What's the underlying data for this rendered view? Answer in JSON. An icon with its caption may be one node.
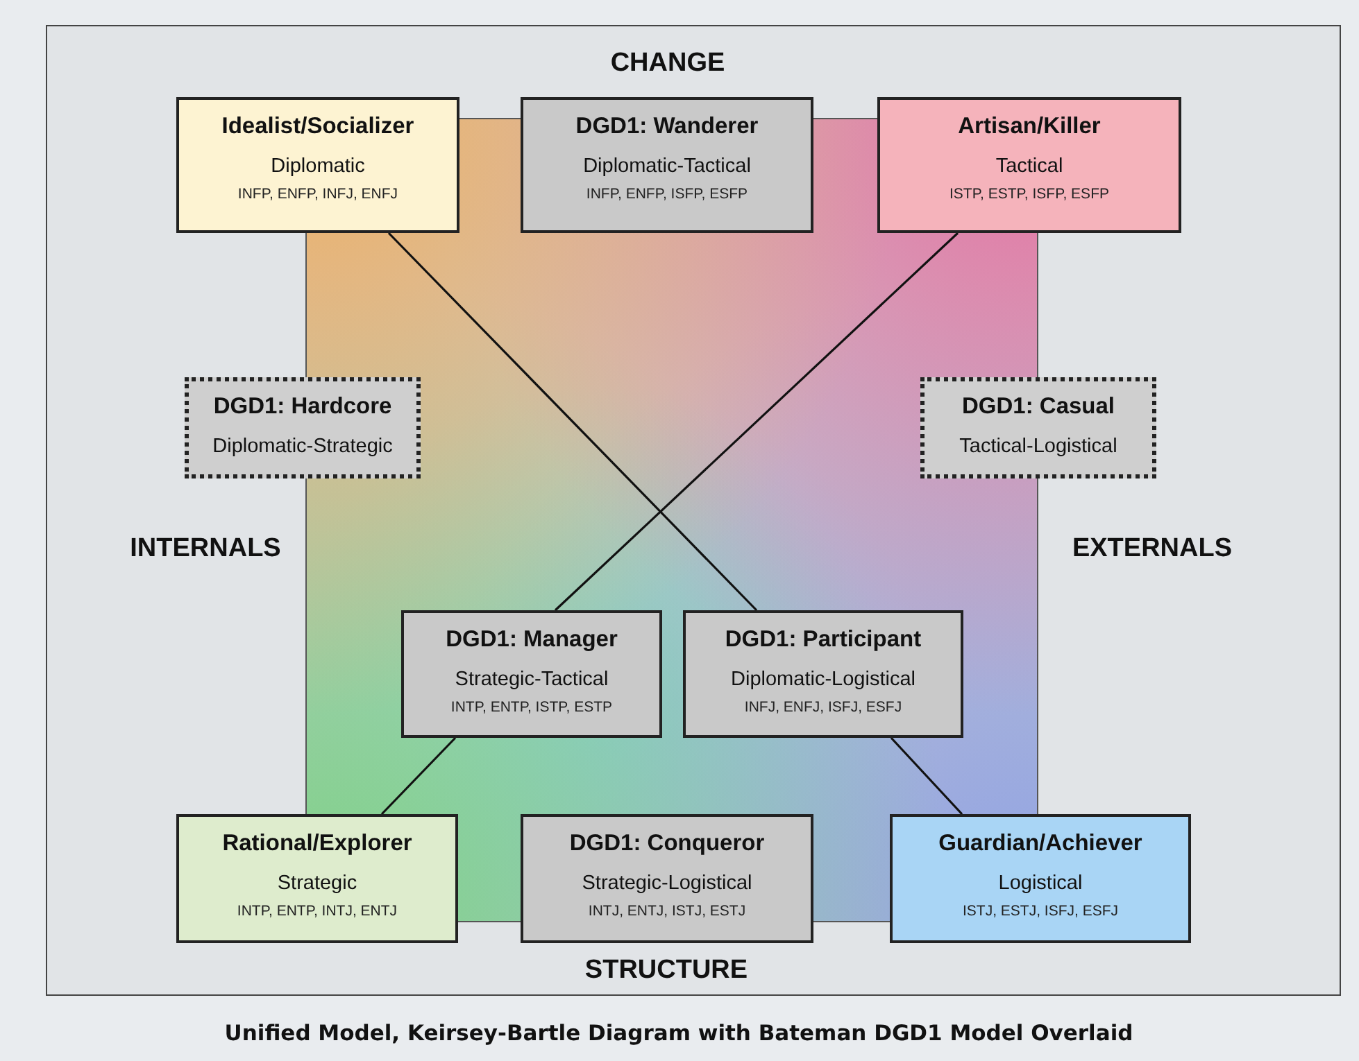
{
  "diagram": {
    "caption": "Unified Model, Keirsey-Bartle Diagram with Bateman DGD1 Model Overlaid",
    "nodes": [
      {
        "text": [
          "Idealist/Socializer",
          "Diplomatic",
          "INFP, ENFP, INFJ, ENFJ"
        ]
      },
      {
        "text": [
          "DGD1: Wanderer",
          "Diplomatic-Tactical",
          "INFP, ENFP, ISFP, ESFP"
        ]
      },
      {
        "text": [
          "Artisan/Killer",
          "Tactical",
          "ISTP, ESTP, ISFP, ESFP"
        ]
      },
      {
        "text": [
          "DGD1: Hardcore",
          "Diplomatic-Strategic"
        ]
      },
      {
        "text": [
          "DGD1: Casual",
          "Tactical-Logistical"
        ]
      },
      {
        "text": [
          "DGD1: Manager",
          "Strategic-Tactical",
          "INTP, ENTP, ISTP, ESTP"
        ]
      },
      {
        "text": [
          "DGD1: Participant",
          "Diplomatic-Logistical",
          "INFJ, ENFJ, ISFJ, ESFJ"
        ]
      },
      {
        "text": [
          "Rational/Explorer",
          "Strategic",
          "INTP, ENTP, INTJ, ENTJ"
        ]
      },
      {
        "text": [
          "DGD1: Conqueror",
          "Strategic-Logistical",
          "INTJ, ENTJ, ISTJ, ESTJ"
        ]
      },
      {
        "text": [
          "Guardian/Achiever",
          "Logistical",
          "ISTJ, ESTJ, ISFJ, ESFJ"
        ]
      }
    ],
    "edges": [
      {
        "from": 0,
        "to": 6,
        "arrow": "none"
      },
      {
        "from": 2,
        "to": 5,
        "arrow": "none"
      },
      {
        "from": 5,
        "to": 7,
        "arrow": "none"
      },
      {
        "from": 6,
        "to": 9,
        "arrow": "none"
      }
    ],
    "labels": [
      "CHANGE",
      "INTERNALS",
      "EXTERNALS",
      "STRUCTURE"
    ]
  }
}
